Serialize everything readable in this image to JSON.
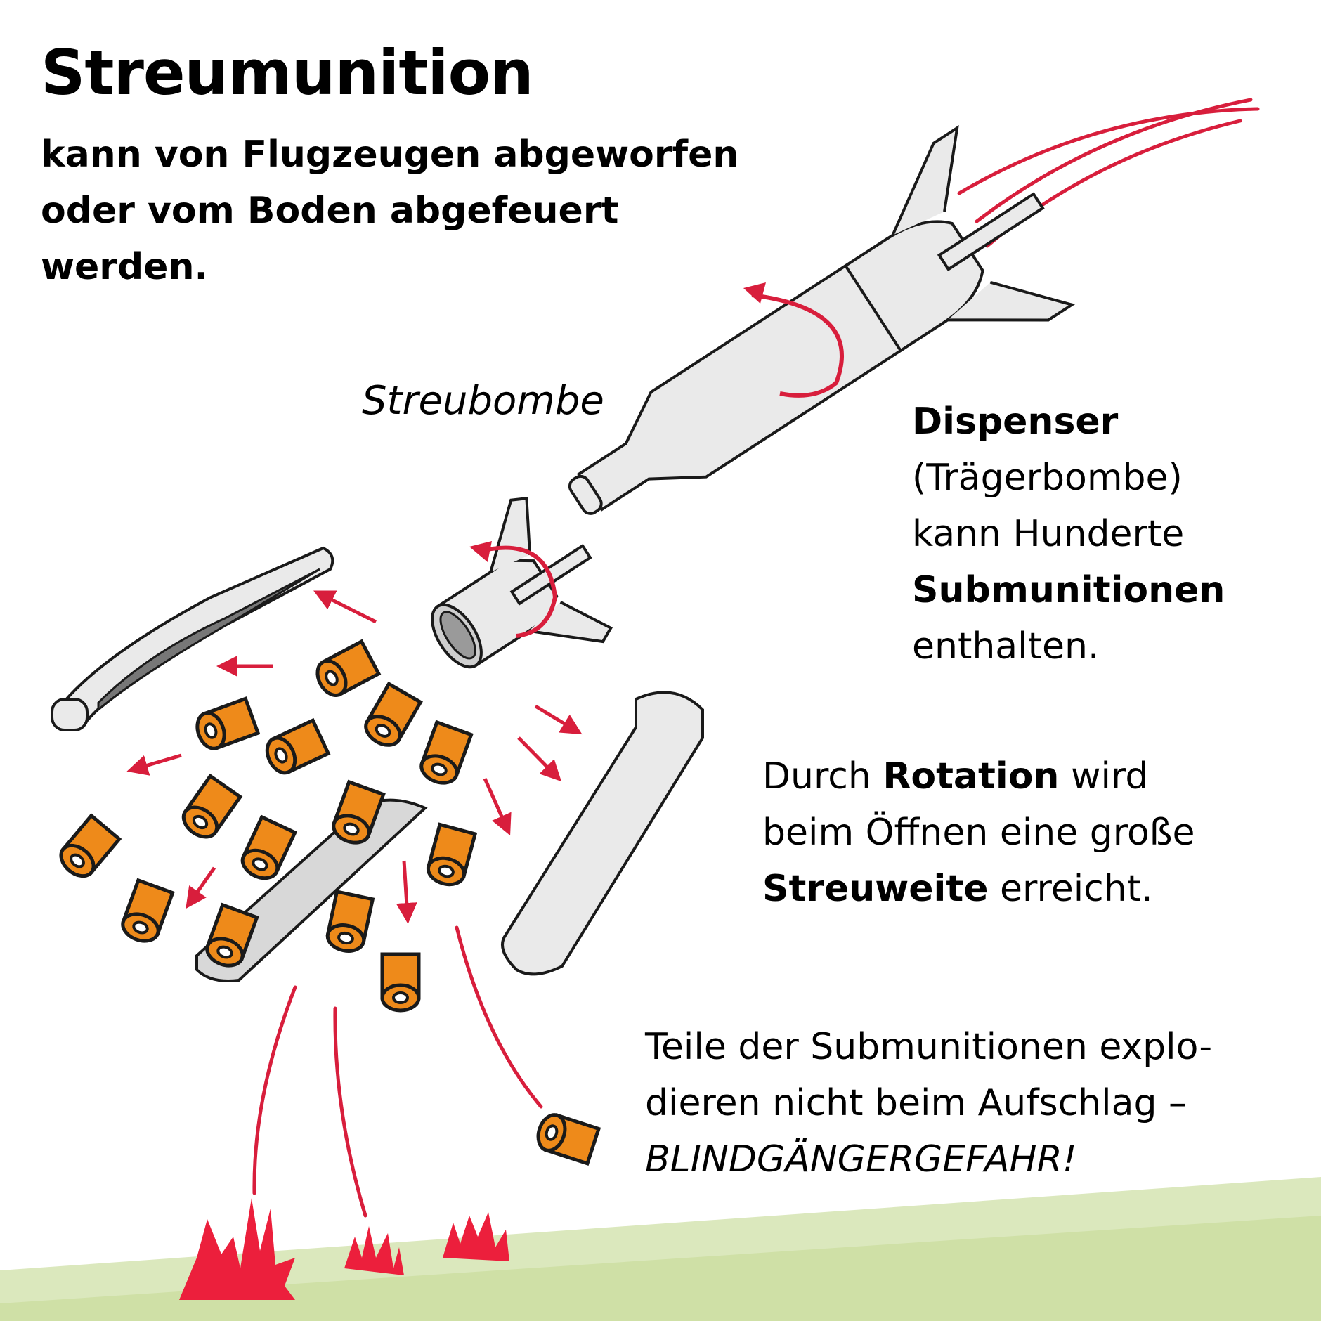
{
  "title": "Streumunition",
  "subtitle": {
    "line1": "kann von Flugzeugen abgeworfen",
    "line2": "oder vom Boden abgefeuert",
    "line3": "werden."
  },
  "labels": {
    "bomb": "Streubombe"
  },
  "dispenser": {
    "term": "Dispenser",
    "alt": "(Trägerbombe)",
    "text1": "kann Hunderte",
    "term2": "Submunitionen",
    "text2": "enthalten."
  },
  "rotation": {
    "pre": "Durch ",
    "term": "Rotation",
    "post": " wird",
    "line2": "beim Öffnen eine große",
    "term2": "Streuweite",
    "post2": " erreicht."
  },
  "dud": {
    "line1": "Teile der Submunitionen explo-",
    "line2": "dieren nicht beim Aufschlag –",
    "warning": "BLINDGÄNGERGEFAHR!"
  },
  "colors": {
    "accent": "#d81e3c",
    "submunition": "#ee8a1a",
    "casing": "#eaeaea",
    "ground": "#d3e3ad"
  }
}
